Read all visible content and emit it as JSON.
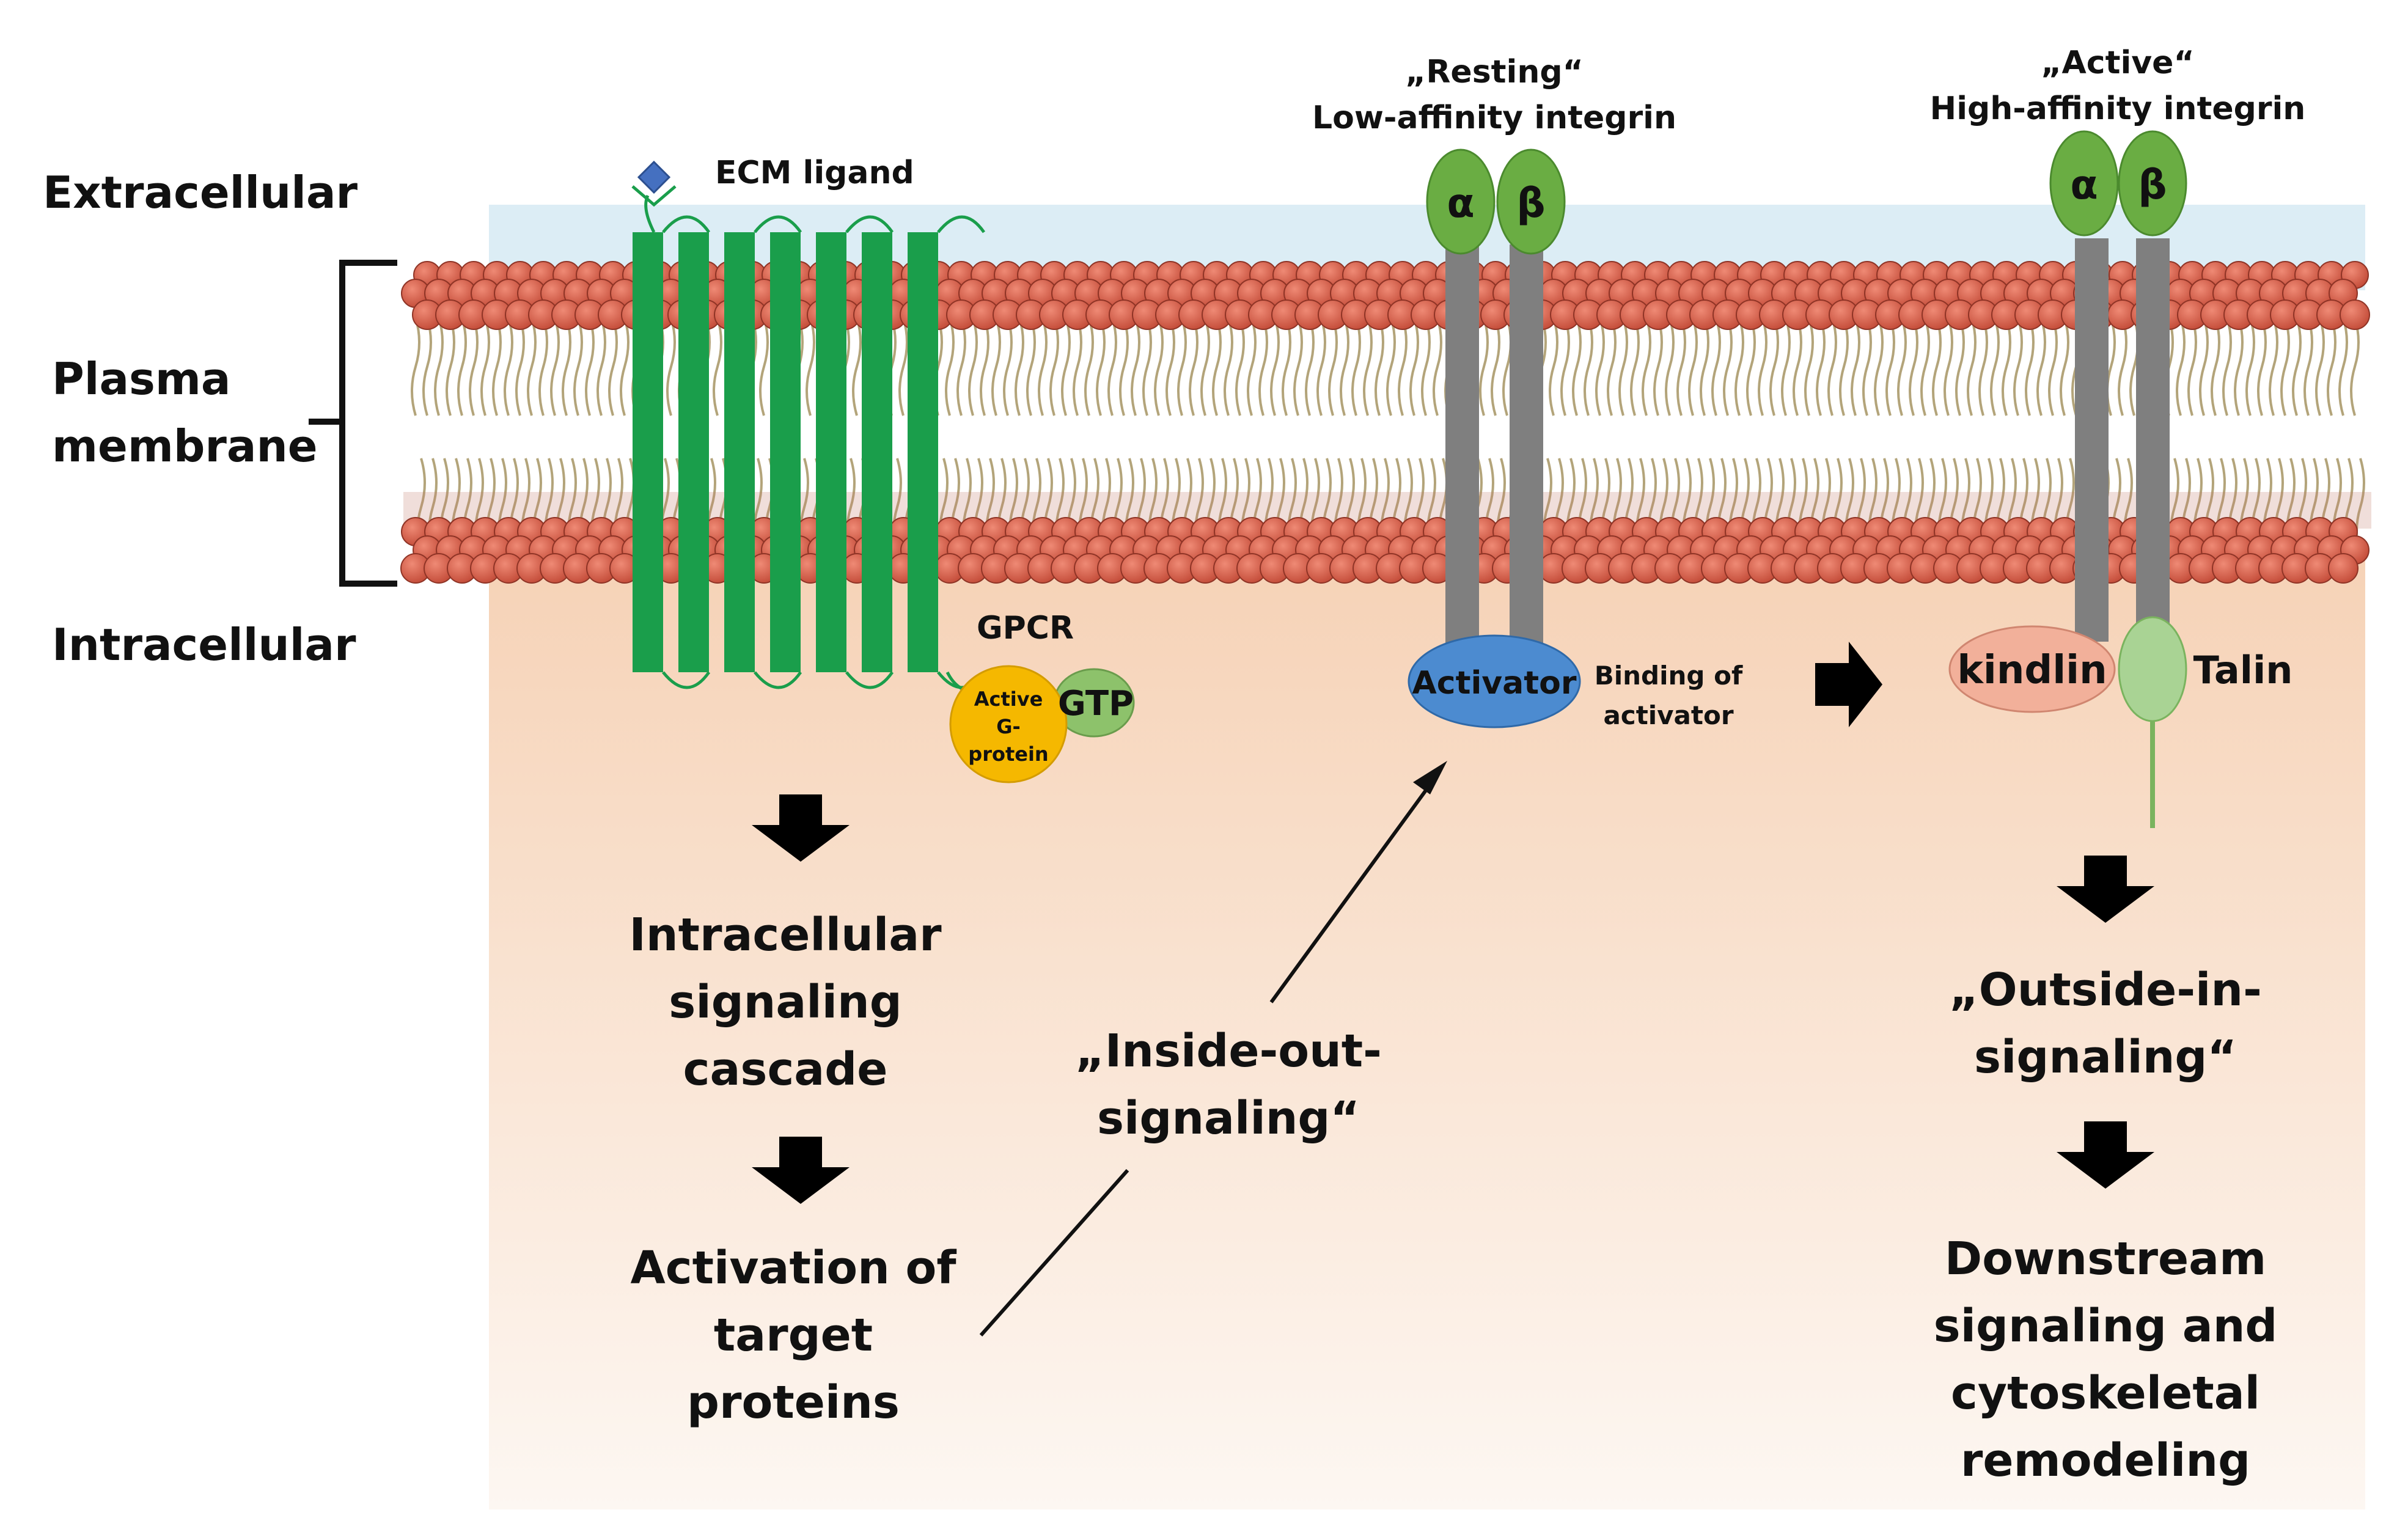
{
  "colors": {
    "extracellular": "#dcedf5",
    "intracellular_top": "#f6d2b6",
    "intracellular_bottom": "#fdf7f2",
    "lipid_head": "#cf5a47",
    "lipid_head_stroke": "#8f3426",
    "lipid_tail": "#b3a47a",
    "gpcr_green": "#1a9e4b",
    "integrin_head": "#6aad43",
    "integrin_stalk": "#7f7f7f",
    "g_protein": "#f5b800",
    "gtp": "#8dc26b",
    "activator": "#4c8bd0",
    "kindlin": "#f2b09a",
    "talin": "#a9d394",
    "ligand": "#4570c0"
  },
  "icons": [
    "ecm-ligand-diamond-icon",
    "arrow-down-icon",
    "arrow-right-icon"
  ],
  "labels": {
    "extracellular": "Extracellular",
    "plasma_membrane": [
      "Plasma",
      "membrane"
    ],
    "intracellular": "Intracellular"
  },
  "gpcr": {
    "ligand_label": "ECM ligand",
    "receptor_label": "GPCR",
    "g_protein_label": [
      "Active",
      "G-",
      "protein"
    ],
    "gtp_label": "GTP"
  },
  "resting_integrin": {
    "title": [
      "„Resting“",
      "Low-affinity integrin"
    ],
    "alpha": "α",
    "beta": "β",
    "activator_label": "Activator",
    "binding_label": [
      "Binding of",
      "activator"
    ]
  },
  "active_integrin": {
    "title": [
      "„Active“",
      "High-affinity integrin"
    ],
    "alpha": "α",
    "beta": "β",
    "kindlin_label": "kindlin",
    "talin_label": "Talin"
  },
  "flow": {
    "left_step1": [
      "Intracellular",
      "signaling",
      "cascade"
    ],
    "left_step2": [
      "Activation of",
      "target",
      "proteins"
    ],
    "middle": [
      "„Inside-out-",
      "signaling“"
    ],
    "right_step1": [
      "„Outside-in-",
      "signaling“"
    ],
    "right_step2": [
      "Downstream",
      "signaling and",
      "cytoskeletal",
      "remodeling"
    ]
  }
}
